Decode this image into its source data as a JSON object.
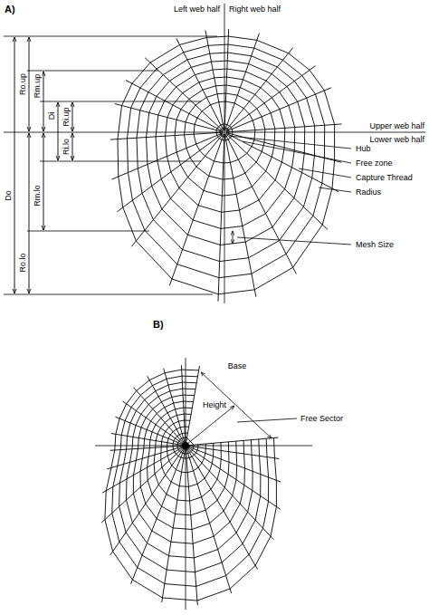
{
  "diagram": {
    "labels": [
      "A)",
      "Left web half",
      "Right web half",
      "Do",
      "Ro.up",
      "Rm.up",
      "Ri.up",
      "Di",
      "Ri.lo",
      "Rm.lo",
      "Ro.lo",
      "Upper web half",
      "Lower web half",
      "Hub",
      "Free zone",
      "Capture Thread",
      "Radius",
      "Mesh Size",
      "B)",
      "Base",
      "Height",
      "Free Sector"
    ]
  }
}
